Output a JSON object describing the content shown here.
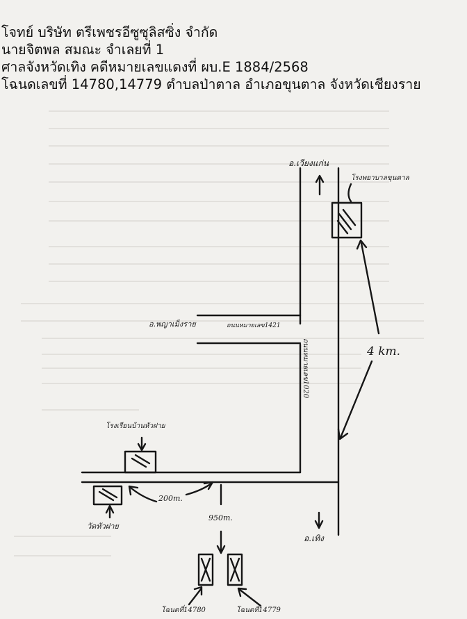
{
  "header": {
    "plaintiff": "โจทย์ บริษัท ตรีเพชรอีซูซุลิสซิ่ง จำกัด",
    "defendant": "นายจิตพล สมณะ จำเลยที่ 1",
    "court_case": "ศาลจังหวัดเทิง คดีหมายเลขแดงที่ ผบ.E 1884/2568",
    "deed_location": "โฉนดเลขที่ 14780,14779 ตำบลป่าตาล อำเภอขุนตาล จังหวัดเชียงราย"
  },
  "map_labels": {
    "to_wiang_kaen": "อ.เวียงแก่น",
    "khuntan_hospital": "โรงพยาบาลขุนตาล",
    "to_phaya_mengrai": "อ.พญาเม็งราย",
    "road_1421": "ถนนหมายเลข1421",
    "road_1020": "ถนนหมายเลข1020",
    "distance_4km": "4 km.",
    "school": "โรงเรียนบ้านหัวฝาย",
    "temple": "วัดหัวฝาย",
    "distance_200m": "200m.",
    "distance_950m": "950m.",
    "to_thoeng": "อ.เทิง",
    "deed_14780": "โฉนดที่14780",
    "deed_14779": "โฉนดที่14779"
  }
}
